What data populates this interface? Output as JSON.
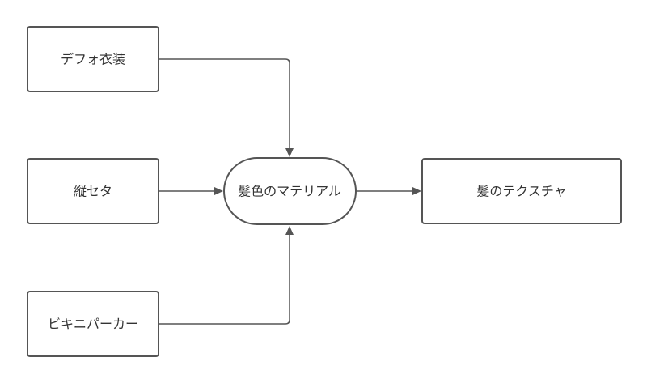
{
  "nodes": {
    "default_costume": "デフォ衣装",
    "sweater": "縦セタ",
    "bikini_parka": "ビキニパーカー",
    "hair_material": "髪色のマテリアル",
    "hair_texture": "髪のテクスチャ"
  }
}
